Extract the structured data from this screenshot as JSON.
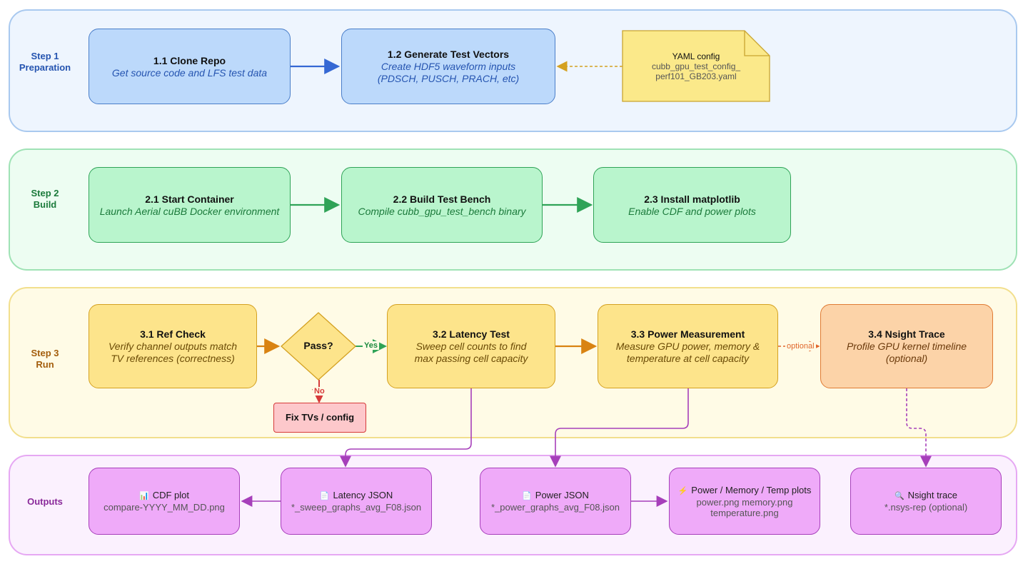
{
  "lanes": {
    "step1": {
      "line1": "Step 1",
      "line2": "Preparation"
    },
    "step2": {
      "line1": "Step 2",
      "line2": "Build"
    },
    "step3": {
      "line1": "Step 3",
      "line2": "Run"
    },
    "outputs": {
      "line1": "Outputs"
    }
  },
  "nodes": {
    "n11": {
      "title": "1.1 Clone Repo",
      "desc1": "Get source code and LFS test data"
    },
    "n12": {
      "title": "1.2 Generate Test Vectors",
      "desc1": "Create HDF5 waveform inputs",
      "desc2": "(PDSCH, PUSCH, PRACH, etc)"
    },
    "yaml": {
      "line1": "YAML config",
      "line2": "cubb_gpu_test_config_",
      "line3": "perf101_GB203.yaml"
    },
    "n21": {
      "title": "2.1 Start Container",
      "desc1": "Launch Aerial cuBB Docker environment"
    },
    "n22": {
      "title": "2.2 Build Test Bench",
      "desc1": "Compile cubb_gpu_test_bench binary"
    },
    "n23": {
      "title": "2.3 Install matplotlib",
      "desc1": "Enable CDF and power plots"
    },
    "n31": {
      "title": "3.1 Ref Check",
      "desc1": "Verify channel outputs match",
      "desc2": "TV references (correctness)"
    },
    "decision": {
      "label": "Pass?"
    },
    "fix": {
      "label": "Fix TVs / config"
    },
    "n32": {
      "title": "3.2 Latency Test",
      "desc1": "Sweep cell counts to find",
      "desc2": "max passing cell capacity"
    },
    "n33": {
      "title": "3.3 Power Measurement",
      "desc1": "Measure GPU power, memory &",
      "desc2": "temperature at cell capacity"
    },
    "n34": {
      "title": "3.4 Nsight Trace",
      "desc1": "Profile GPU kernel timeline",
      "desc2": "(optional)"
    }
  },
  "outputs": {
    "cdf": {
      "icon": "📊",
      "title": "CDF plot",
      "file1": "compare-YYYY_MM_DD.png"
    },
    "latency": {
      "icon": "📄",
      "title": "Latency JSON",
      "file1": "*_sweep_graphs_avg_F08.json"
    },
    "power": {
      "icon": "📄",
      "title": "Power JSON",
      "file1": "*_power_graphs_avg_F08.json"
    },
    "plots": {
      "icon": "⚡",
      "title": "Power / Memory / Temp plots",
      "file1": "power.png memory.png",
      "file2": "temperature.png"
    },
    "nsight": {
      "icon": "🔍",
      "title": "Nsight trace",
      "file1": "*.nsys-rep (optional)"
    }
  },
  "edge_labels": {
    "yes": "Yes",
    "no": "No",
    "optional": "optional"
  },
  "colors": {
    "blue_lane_bg": "#eef5fe",
    "blue_lane_border": "#a9c9ef",
    "blue_node": "#bcd9fb",
    "blue_border": "#4a7ec9",
    "blue_text": "#2554b0",
    "green_lane_bg": "#edfdf2",
    "green_lane_border": "#9fe2b5",
    "green_node": "#b9f5cd",
    "green_border": "#2fa357",
    "green_text": "#1b7a3b",
    "yellow_lane_bg": "#fffbe6",
    "yellow_lane_border": "#f2df8d",
    "yellow_node": "#fde48b",
    "yellow_border": "#d4a121",
    "yellow_text": "#6b4b06",
    "orange_node": "#fcd3a8",
    "orange_border": "#e07b34",
    "red_node": "#fdc8cb",
    "red_border": "#d63a3a",
    "purple_lane_bg": "#fbf1fe",
    "purple_lane_border": "#e6a8f3",
    "purple_node": "#efaaf9",
    "purple_border": "#a63fba",
    "purple_text": "#8a2a9a",
    "note_fill": "#fbe98a",
    "note_border": "#c9a531"
  }
}
